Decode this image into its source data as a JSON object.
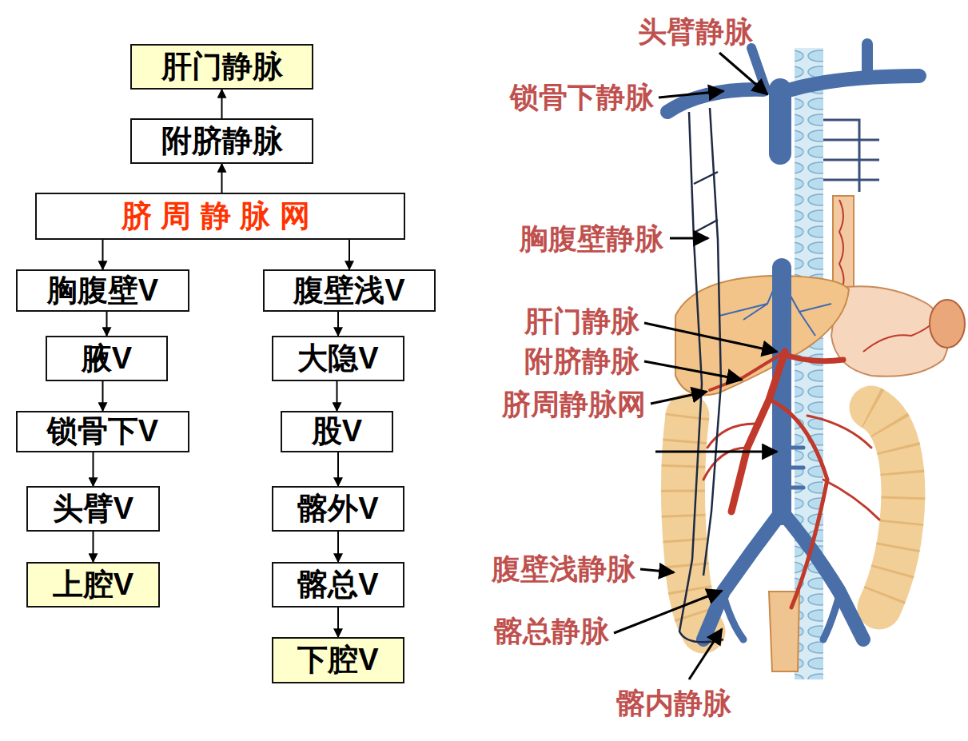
{
  "diagram": {
    "nodes": [
      {
        "text": [
          "肝门静脉"
        ]
      },
      {
        "text": [
          "附脐静脉"
        ]
      },
      {
        "text": [
          "脐周静脉网"
        ]
      },
      {
        "text": [
          "胸腹壁V"
        ]
      },
      {
        "text": [
          "腹壁浅V"
        ]
      },
      {
        "text": [
          "腋V"
        ]
      },
      {
        "text": [
          "大隐V"
        ]
      },
      {
        "text": [
          "锁骨下V"
        ]
      },
      {
        "text": [
          "股V"
        ]
      },
      {
        "text": [
          "头臂V"
        ]
      },
      {
        "text": [
          "髂外V"
        ]
      },
      {
        "text": [
          "上腔V"
        ]
      },
      {
        "text": [
          "髂总V"
        ]
      },
      {
        "text": [
          "下腔V"
        ]
      }
    ],
    "edges": [
      {
        "from": 1,
        "to": 0,
        "arrow": "to"
      },
      {
        "from": 2,
        "to": 1,
        "arrow": "to"
      },
      {
        "from": 2,
        "to": 3,
        "arrow": "to"
      },
      {
        "from": 2,
        "to": 4,
        "arrow": "to"
      },
      {
        "from": 3,
        "to": 5,
        "arrow": "to"
      },
      {
        "from": 5,
        "to": 7,
        "arrow": "to"
      },
      {
        "from": 7,
        "to": 9,
        "arrow": "to"
      },
      {
        "from": 9,
        "to": 11,
        "arrow": "to"
      },
      {
        "from": 4,
        "to": 6,
        "arrow": "to"
      },
      {
        "from": 6,
        "to": 8,
        "arrow": "to"
      },
      {
        "from": 8,
        "to": 10,
        "arrow": "to"
      },
      {
        "from": 10,
        "to": 12,
        "arrow": "to"
      },
      {
        "from": 12,
        "to": 13,
        "arrow": "to"
      }
    ],
    "labels": [
      "头臂静脉",
      "锁骨下静脉",
      "胸腹壁静脉",
      "肝门静脉",
      "附脐静脉",
      "脐周静脉网",
      "腹壁浅静脉",
      "髂总静脉",
      "髂内静脉"
    ]
  }
}
